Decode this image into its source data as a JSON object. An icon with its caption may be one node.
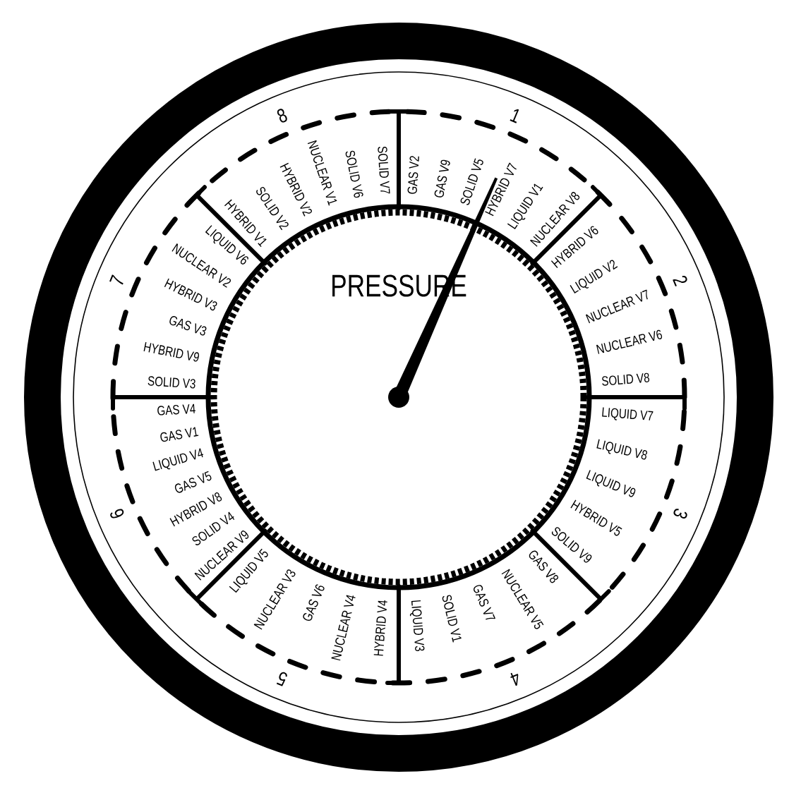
{
  "diagram": {
    "title": "PRESSURE",
    "nodes": [
      {
        "text": [
          "GAS V2",
          "GAS V9",
          "SOLID V5",
          "HYBRID V7",
          "LIQUID V1",
          "NUCLEAR V8"
        ],
        "beside": [
          "1"
        ]
      },
      {
        "text": [
          "HYBRID V6",
          "LIQUID V2",
          "NUCLEAR V7",
          "NUCLEAR V6",
          "SOLID V8"
        ],
        "beside": [
          "2"
        ]
      },
      {
        "text": [
          "LIQUID V7",
          "LIQUID V8",
          "LIQUID V9",
          "HYBRID V5",
          "SOLID V9"
        ],
        "beside": [
          "3"
        ]
      },
      {
        "text": [
          "LIQUID V3",
          "SOLID V1",
          "GAS V7",
          "NUCLEAR V5",
          "GAS V8"
        ],
        "beside": [
          "4"
        ]
      },
      {
        "text": [
          "LIQUID V5",
          "NUCLEAR V3",
          "GAS V6",
          "NUCLEAR V4",
          "HYBRID V4"
        ],
        "beside": [
          "5"
        ]
      },
      {
        "text": [
          "GAS V4",
          "GAS V1",
          "LIQUID V4",
          "GAS V5",
          "HYBRID V8",
          "SOLID V4",
          "NUCLEAR V9"
        ],
        "beside": [
          "6"
        ]
      },
      {
        "text": [
          "LIQUID V6",
          "NUCLEAR V2",
          "HYBRID V3",
          "GAS V3",
          "HYBRID V9",
          "SOLID V3"
        ],
        "beside": [
          "7"
        ]
      },
      {
        "text": [
          "HYBRID V1",
          "SOLID V2",
          "HYBRID V2",
          "NUCLEAR V1",
          "SOLID V6",
          "SOLID V7"
        ],
        "beside": [
          "8"
        ]
      }
    ]
  }
}
